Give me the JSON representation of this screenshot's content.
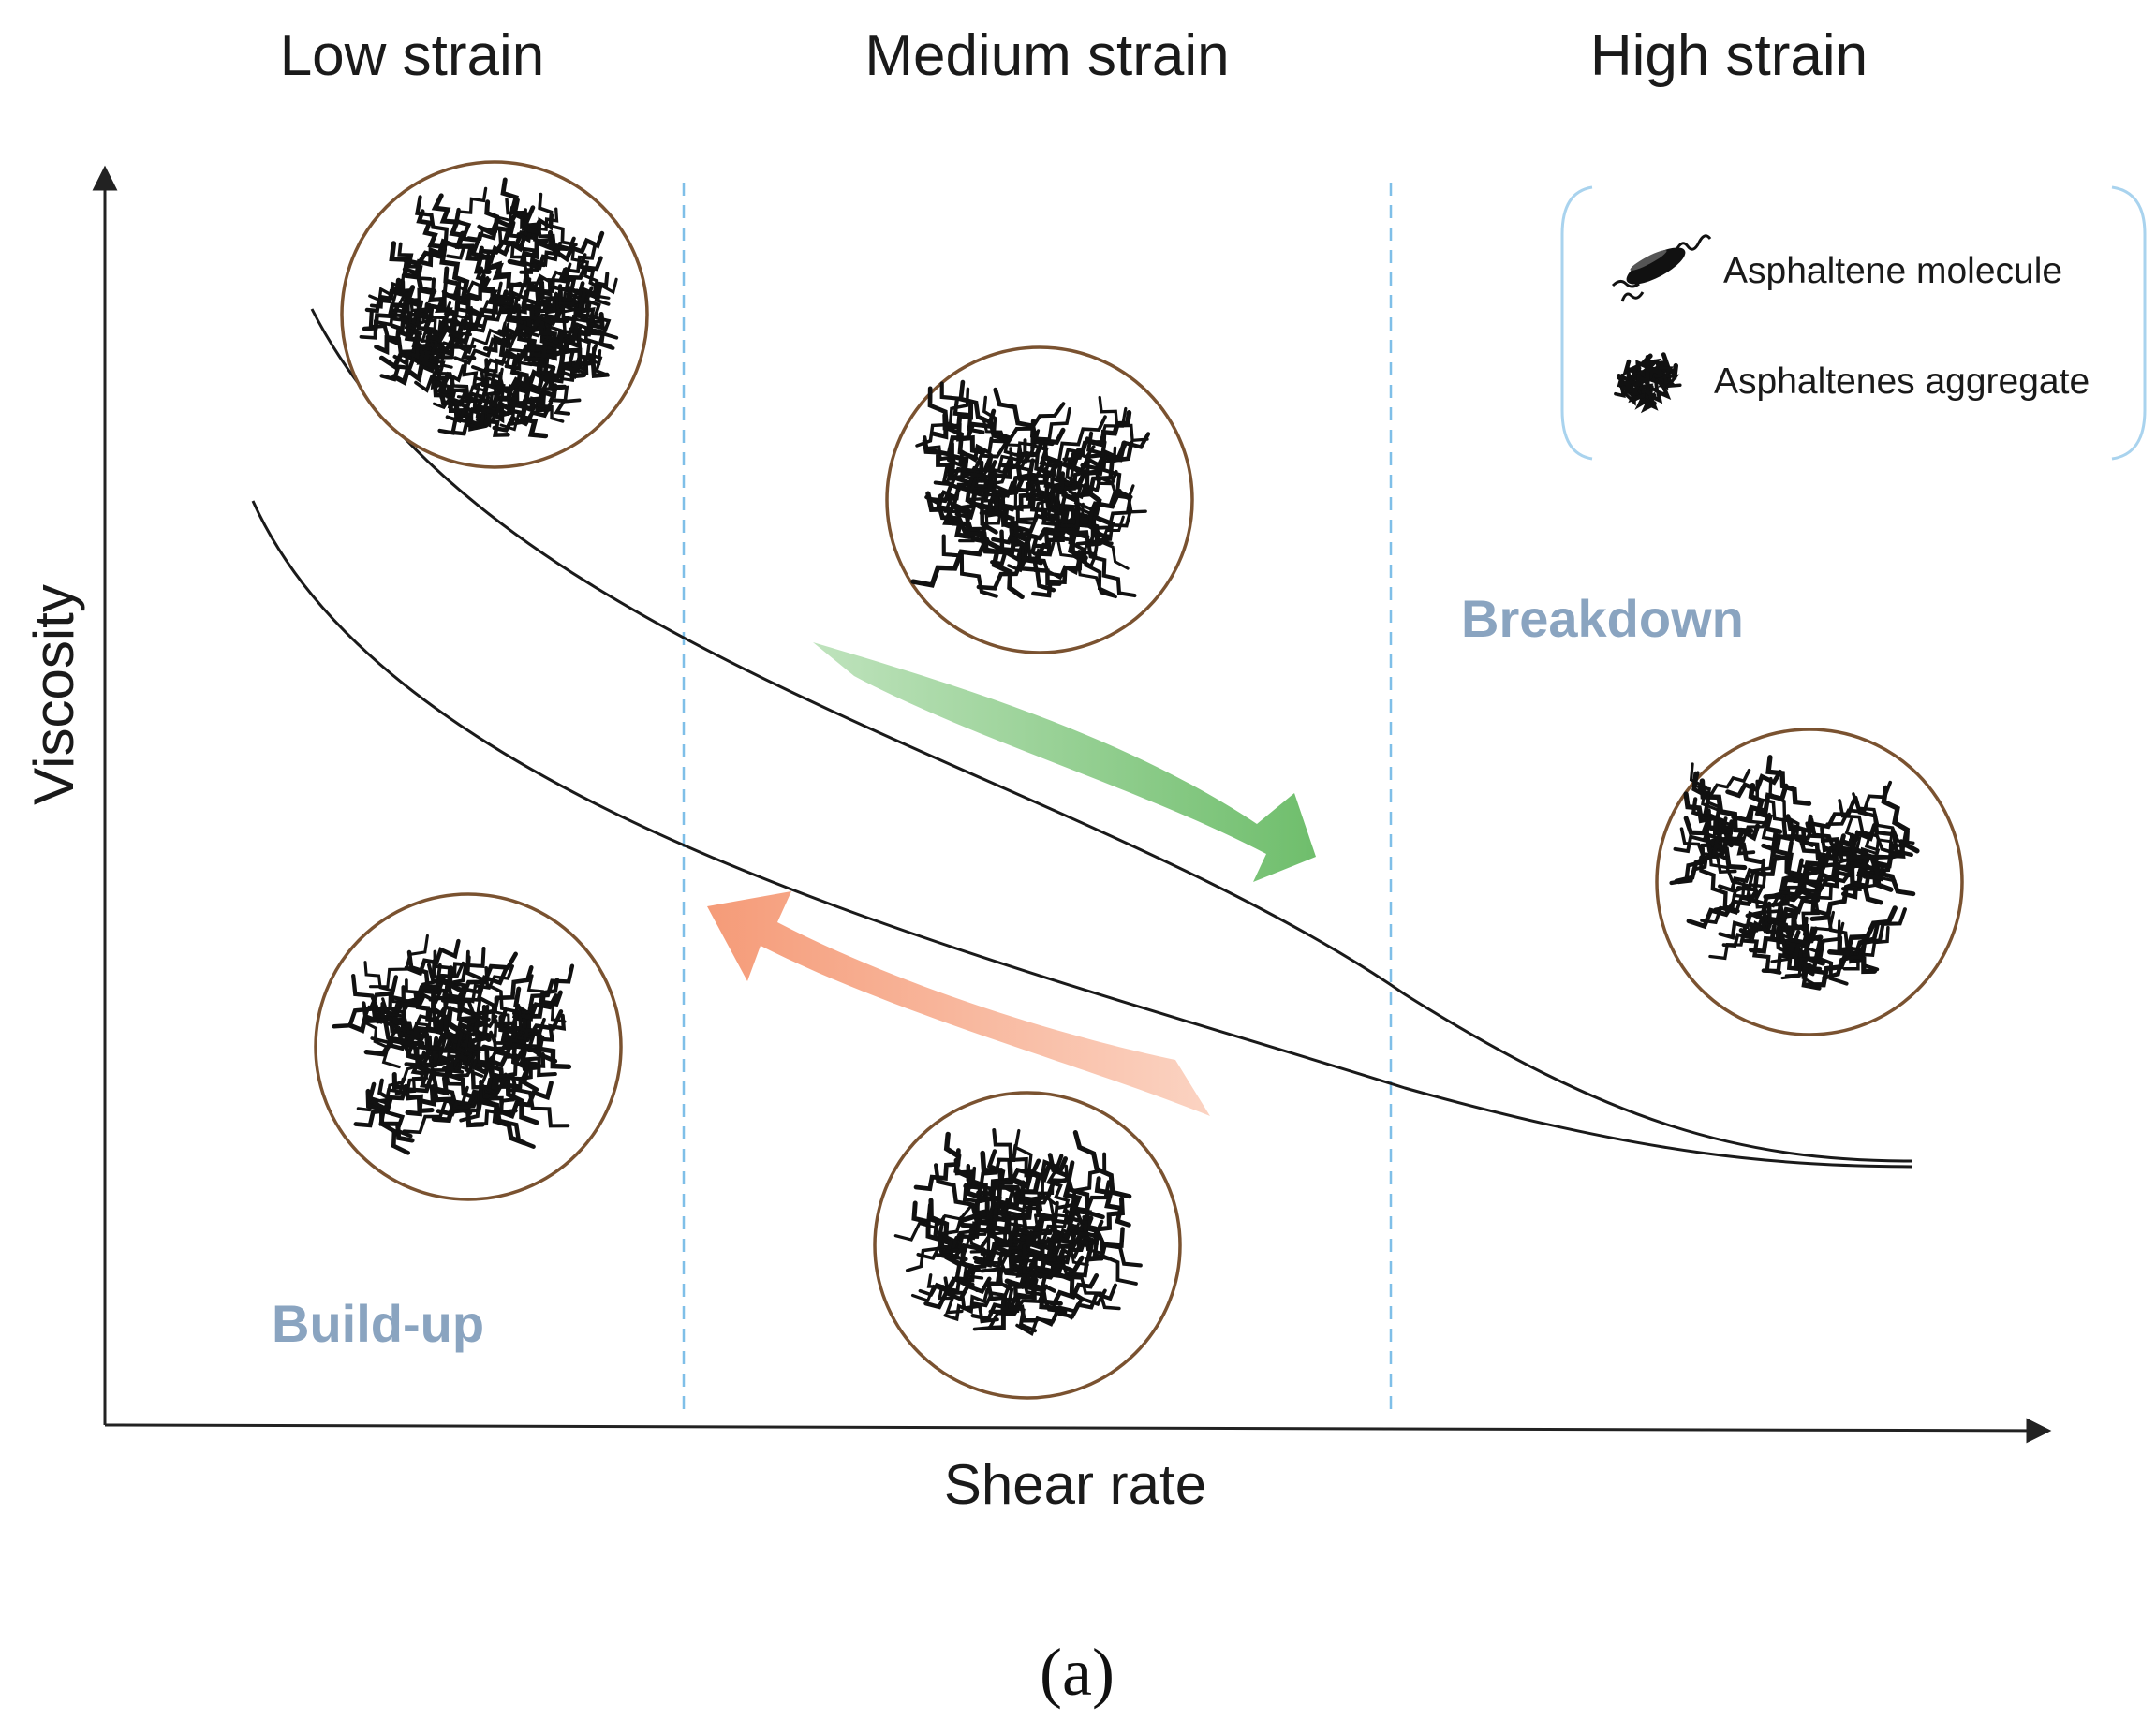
{
  "regions": [
    "Low strain",
    "Medium strain",
    "High strain"
  ],
  "axes": {
    "x_label": "Shear rate",
    "y_label": "Viscosity"
  },
  "legend": {
    "molecule": "Asphaltene molecule",
    "aggregate": "Asphaltenes aggregate"
  },
  "processes": {
    "breakdown": "Breakdown",
    "build_up": "Build-up"
  },
  "caption": "(a)",
  "colors": {
    "axis": "#222222",
    "curve": "#1a1a1a",
    "divider": "#7fbfe8",
    "circle": "#7a5230",
    "aggregate": "#111111",
    "process_label": "#8aa4c0",
    "breakdown_arrow": "#7cc47a",
    "buildup_arrow": "#f4a07f",
    "legend_bracket": "#a9d3ee"
  },
  "icons": {
    "molecule": "asphaltene-molecule-icon",
    "aggregate": "asphaltene-aggregate-icon"
  }
}
